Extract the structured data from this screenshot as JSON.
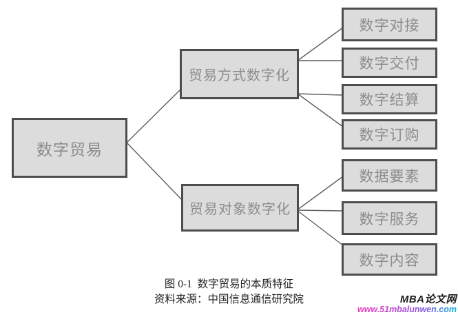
{
  "diagram": {
    "root": {
      "label": "数字贸易"
    },
    "branches": [
      {
        "label": "贸易方式数字化",
        "children": [
          "数字对接",
          "数字交付",
          "数字结算",
          "数字订购"
        ]
      },
      {
        "label": "贸易对象数字化",
        "children": [
          "数据要素",
          "数字服务",
          "数字内容"
        ]
      }
    ]
  },
  "caption": "图 0-1  数字贸易的本质特征",
  "source": "资料来源：中国信息通信研究院",
  "watermark": {
    "site_name": "MBA论文网",
    "url": "www.51mbalunwen.com"
  },
  "colors": {
    "box_fill": "#dcdcdc",
    "box_border": "#4d4d4d",
    "box_text": "#8c8c8c",
    "connector": "#5f5f5f",
    "caption_text": "#1f1f1f",
    "url_gradient_start": "#ee3bbe",
    "url_gradient_end": "#00b2dd"
  }
}
